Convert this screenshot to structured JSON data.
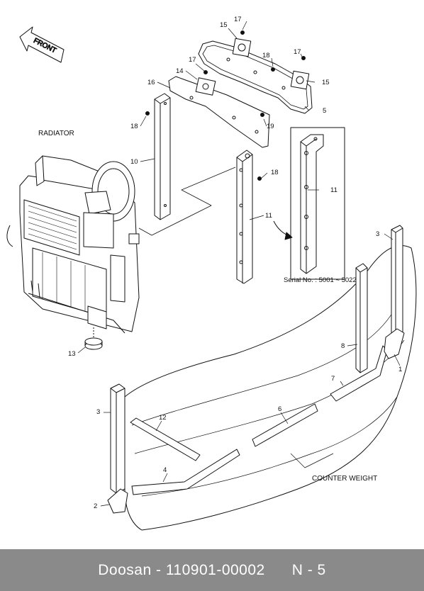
{
  "footer": {
    "brand": "Doosan",
    "separator": " - ",
    "part_number": "110901-00002",
    "page": "N - 5"
  },
  "captions": {
    "front": "FRONT",
    "radiator": "RADIATOR",
    "counter_weight": "COUNTER WEIGHT",
    "serial_note": "Serial No. : 5001 ~ 5022"
  },
  "callouts": {
    "c1": "1",
    "c2": "2",
    "c3a": "3",
    "c3b": "3",
    "c4": "4",
    "c5": "5",
    "c6": "6",
    "c7": "7",
    "c8": "8",
    "c10": "10",
    "c11a": "11",
    "c11b": "11",
    "c12": "12",
    "c13": "13",
    "c14": "14",
    "c15a": "15",
    "c15b": "15",
    "c16": "16",
    "c17a": "17",
    "c17b": "17",
    "c17c": "17",
    "c18a": "18",
    "c18b": "18",
    "c18c": "18",
    "c19": "19"
  }
}
